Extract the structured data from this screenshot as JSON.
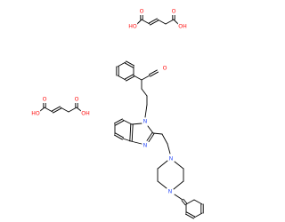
{
  "atoms": [
    {
      "name": "acid1-OH-left",
      "symbol": "HO",
      "color": "#ff0d0d"
    },
    {
      "name": "acid1-O-left",
      "symbol": "O",
      "color": "#ff0d0d"
    },
    {
      "name": "acid1-O-right",
      "symbol": "O",
      "color": "#ff0d0d"
    },
    {
      "name": "acid1-OH-right",
      "symbol": "OH",
      "color": "#ff0d0d"
    },
    {
      "name": "ketone-O",
      "symbol": "O",
      "color": "#ff0d0d"
    },
    {
      "name": "acid2-OH-left",
      "symbol": "HO",
      "color": "#ff0d0d"
    },
    {
      "name": "acid2-O-left",
      "symbol": "O",
      "color": "#ff0d0d"
    },
    {
      "name": "acid2-O-right",
      "symbol": "O",
      "color": "#ff0d0d"
    },
    {
      "name": "acid2-OH-right",
      "symbol": "OH",
      "color": "#ff0d0d"
    },
    {
      "name": "benzimidazole-N1",
      "symbol": "N",
      "color": "#3050f8"
    },
    {
      "name": "benzimidazole-N3",
      "symbol": "N",
      "color": "#3050f8"
    },
    {
      "name": "piperazine-N1",
      "symbol": "N",
      "color": "#3050f8"
    },
    {
      "name": "piperazine-N4",
      "symbol": "N",
      "color": "#3050f8"
    }
  ],
  "bond_color": "#000000"
}
